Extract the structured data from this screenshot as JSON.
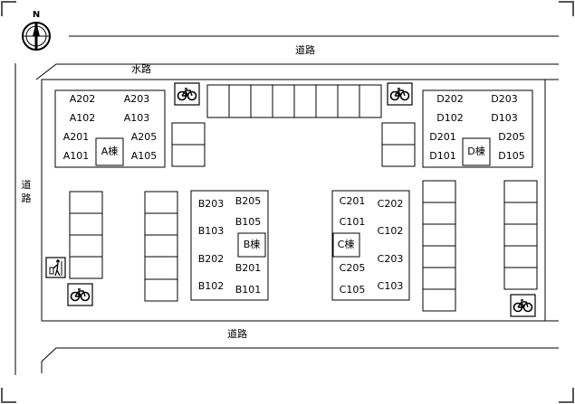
{
  "map": {
    "compass": "N",
    "roads": {
      "north": "道路",
      "south": "道路",
      "west": "道路",
      "waterway": "水路"
    },
    "buildings": {
      "A": {
        "name": "A棟",
        "units": [
          "A202",
          "A203",
          "A102",
          "A103",
          "A201",
          "A205",
          "A101",
          "A105"
        ]
      },
      "B": {
        "name": "B棟",
        "units": [
          "B203",
          "B205",
          "B105",
          "B103",
          "B202",
          "B201",
          "B102",
          "B101"
        ]
      },
      "C": {
        "name": "C棟",
        "units": [
          "C201",
          "C202",
          "C101",
          "C102",
          "C203",
          "C205",
          "C105",
          "C103"
        ]
      },
      "D": {
        "name": "D棟",
        "units": [
          "D202",
          "D203",
          "D102",
          "D103",
          "D201",
          "D205",
          "D101",
          "D105"
        ]
      }
    },
    "icons": {
      "bicycle": "bicycle-parking-icon",
      "trash": "garbage-station-icon",
      "compass": "north-compass-icon"
    }
  }
}
